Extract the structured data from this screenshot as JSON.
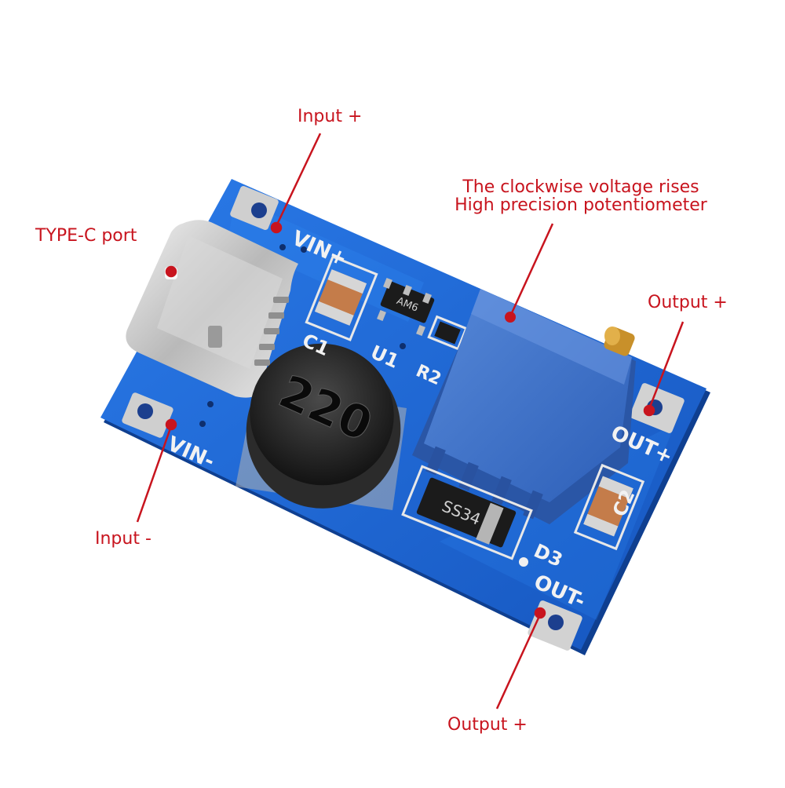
{
  "labels": {
    "input_plus": "Input +",
    "type_c_port": "TYPE-C port",
    "pot_line1": "The clockwise voltage rises",
    "pot_line2": "High precision potentiometer",
    "output_plus_right": "Output +",
    "input_minus": "Input -",
    "output_plus_bottom": "Output +"
  },
  "silkscreen": {
    "vin_plus": "VIN+",
    "vin_minus": "VIN-",
    "out_plus": "OUT+",
    "out_minus": "OUT-",
    "c1": "C1",
    "u1": "U1",
    "r2": "R2",
    "c2": "C2",
    "d3": "D3",
    "inductor": "220",
    "ic_marking": "AM6",
    "diode_marking": "SS34"
  },
  "colors": {
    "callout": "#c8141e",
    "pcb": "#1f6bd6",
    "potentiometer": "#3f73c9"
  }
}
